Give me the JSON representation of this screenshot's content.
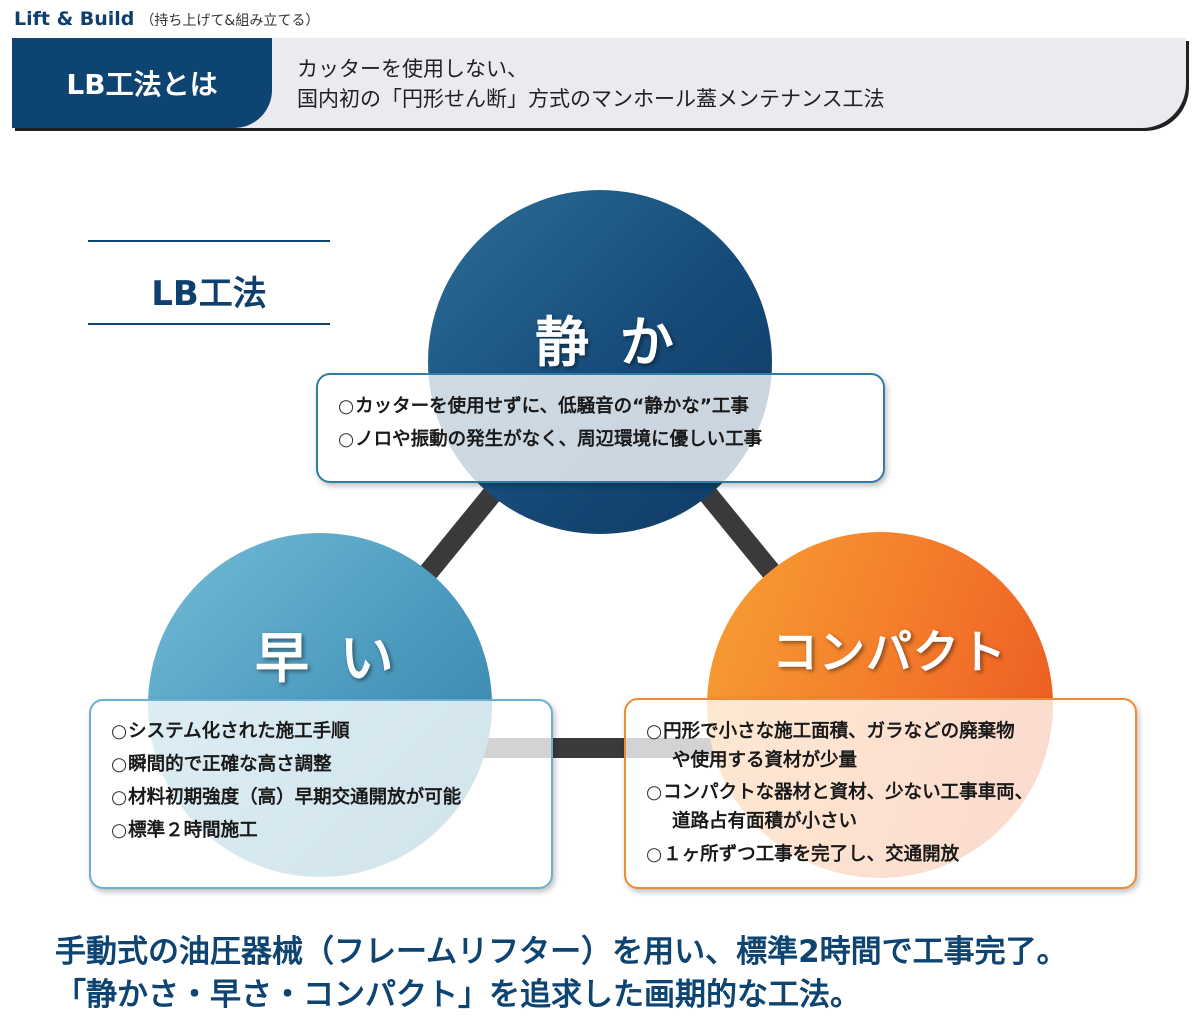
{
  "header": {
    "brand": "Lift & Build",
    "brand_sub": "（持ち上げて&組み立てる）"
  },
  "banner": {
    "tag": "LB工法とは",
    "line1": "カッターを使用しない、",
    "line2": "国内初の「円形せん断」方式のマンホール蓋メンテナンス工法"
  },
  "section_title": "LB工法",
  "circles": {
    "quiet": {
      "title": "静 か",
      "items": [
        "カッターを使用せずに、低騒音の“静かな”工事",
        "ノロや振動の発生がなく、周辺環境に優しい工事"
      ]
    },
    "fast": {
      "title": "早 い",
      "items": [
        "システム化された施工手順",
        "瞬間的で正確な高さ調整",
        "材料初期強度（高）早期交通開放が可能",
        "標準２時間施工"
      ]
    },
    "compact": {
      "title": "コンパクト",
      "items": [
        "円形で小さな施工面積、ガラなどの廃棄物",
        "や使用する資材が少量",
        "コンパクトな器材と資材、少ない工事車両、",
        "道路占有面積が小さい",
        "１ヶ所ずつ工事を完了し、交通開放"
      ]
    }
  },
  "bullet_mark": "○",
  "footer": {
    "line1": "手動式の油圧器械（フレームリフター）を用い、標準2時間で工事完了。",
    "line2": "「静かさ・早さ・コンパクト」を追求した画期的な工法。"
  },
  "colors": {
    "navy": "#0e4472",
    "quiet": "#164a78",
    "fast": "#4d9cbf",
    "compact": "#f3782a",
    "connector": "#3a3a3a"
  }
}
